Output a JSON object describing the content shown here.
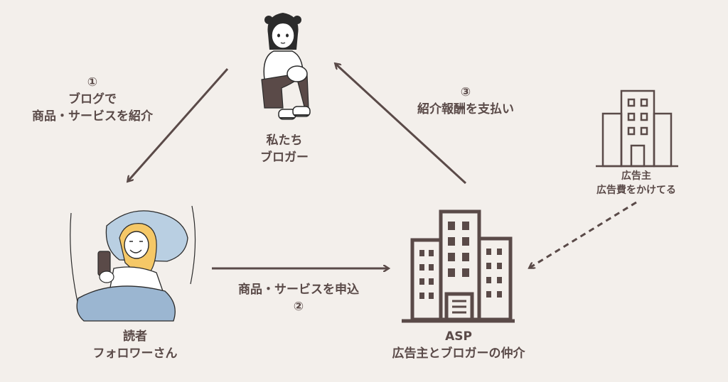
{
  "nodes": {
    "blogger": {
      "line1": "私たち",
      "line2": "ブロガー"
    },
    "reader": {
      "line1": "読者",
      "line2": "フォロワーさん"
    },
    "asp": {
      "line1": "ASP",
      "line2": "広告主とブロガーの仲介"
    },
    "advertiser": {
      "line1": "広告主",
      "line2": "広告費をかけてる"
    }
  },
  "edges": {
    "step1": {
      "number": "①",
      "line1": "ブログで",
      "line2": "商品・サービスを紹介"
    },
    "step2": {
      "label": "商品・サービスを申込",
      "number": "②"
    },
    "step3": {
      "number": "③",
      "label": "紹介報酬を支払い"
    }
  },
  "colors": {
    "background": "#f3efeb",
    "ink": "#5a4a48",
    "hair": "#2b2b2b",
    "blonde": "#f5c867",
    "pillow": "#b9cfe2",
    "blanket": "#9bb6d1"
  }
}
